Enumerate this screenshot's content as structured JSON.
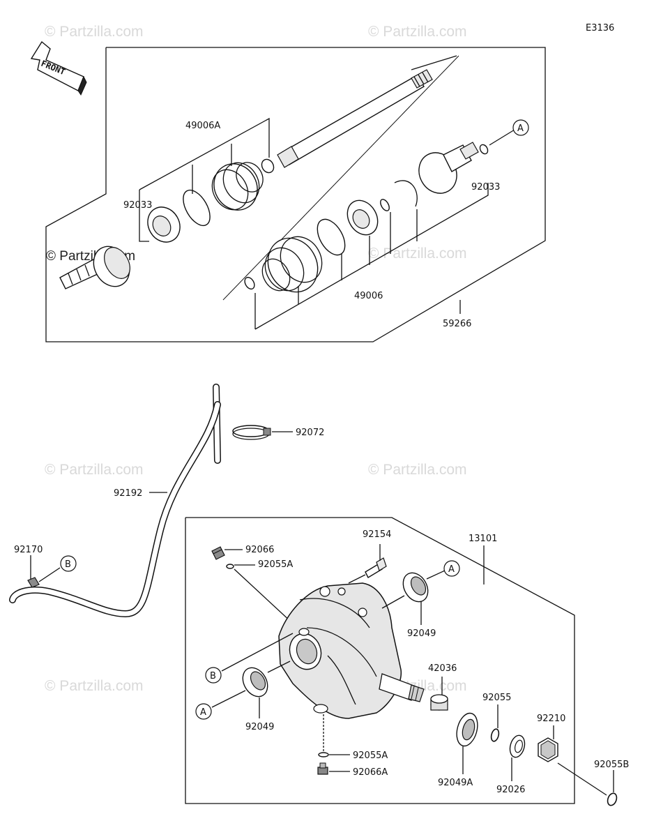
{
  "diagram_code": "E3136",
  "front_label": "FRONT",
  "watermark": "© Partzilla.com",
  "callouts": {
    "a": "A",
    "b": "B"
  },
  "parts": {
    "p49006A": "49006A",
    "p92033_left": "92033",
    "p92033_right": "92033",
    "p49006": "49006",
    "p59266": "59266",
    "p92072": "92072",
    "p92192": "92192",
    "p92170": "92170",
    "p92066": "92066",
    "p92055A_top": "92055A",
    "p92154": "92154",
    "p13101": "13101",
    "p92049_top": "92049",
    "p42036": "42036",
    "p92049_left": "92049",
    "p92055A_bottom": "92055A",
    "p92066A": "92066A",
    "p92049A": "92049A",
    "p92055": "92055",
    "p92210": "92210",
    "p92026": "92026",
    "p92055B": "92055B"
  }
}
